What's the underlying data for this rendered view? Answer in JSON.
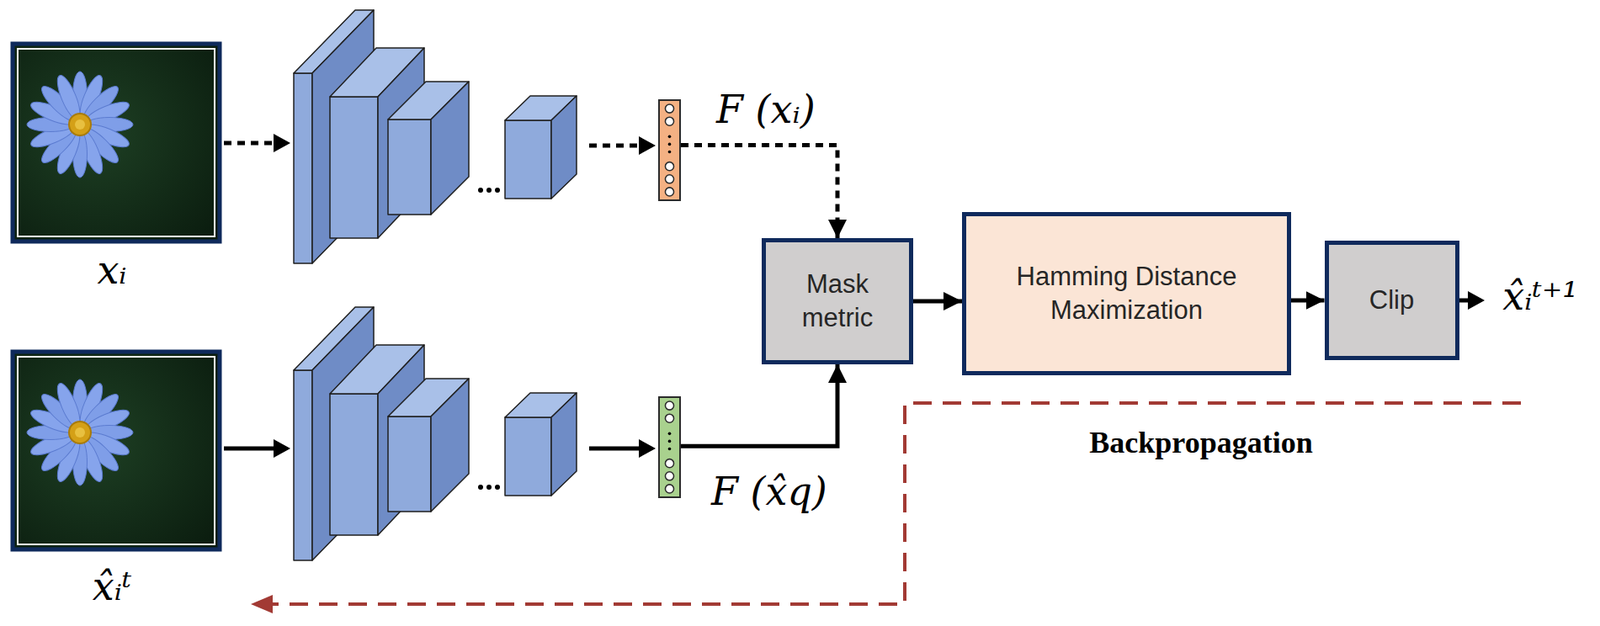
{
  "diagram": {
    "nodes": [
      {
        "text": [
          "F (xᵢ)"
        ]
      },
      {
        "text": [
          "F (x̂q)"
        ]
      },
      {
        "text": [
          "Mask metric"
        ]
      },
      {
        "text": [
          "Hamming Distance Maximization"
        ]
      },
      {
        "text": [
          "Clip"
        ]
      }
    ],
    "edges": [
      {
        "from": 0,
        "to": 2,
        "arrow": "to"
      },
      {
        "from": 1,
        "to": 2,
        "arrow": "to"
      },
      {
        "from": 2,
        "to": 3,
        "arrow": "to"
      },
      {
        "from": 3,
        "to": 4,
        "arrow": "to"
      }
    ],
    "labels": [
      "xᵢ",
      "x̂ᵢᵗ",
      "x̂ᵢᵗ⁺¹",
      "Backpropagation"
    ]
  }
}
